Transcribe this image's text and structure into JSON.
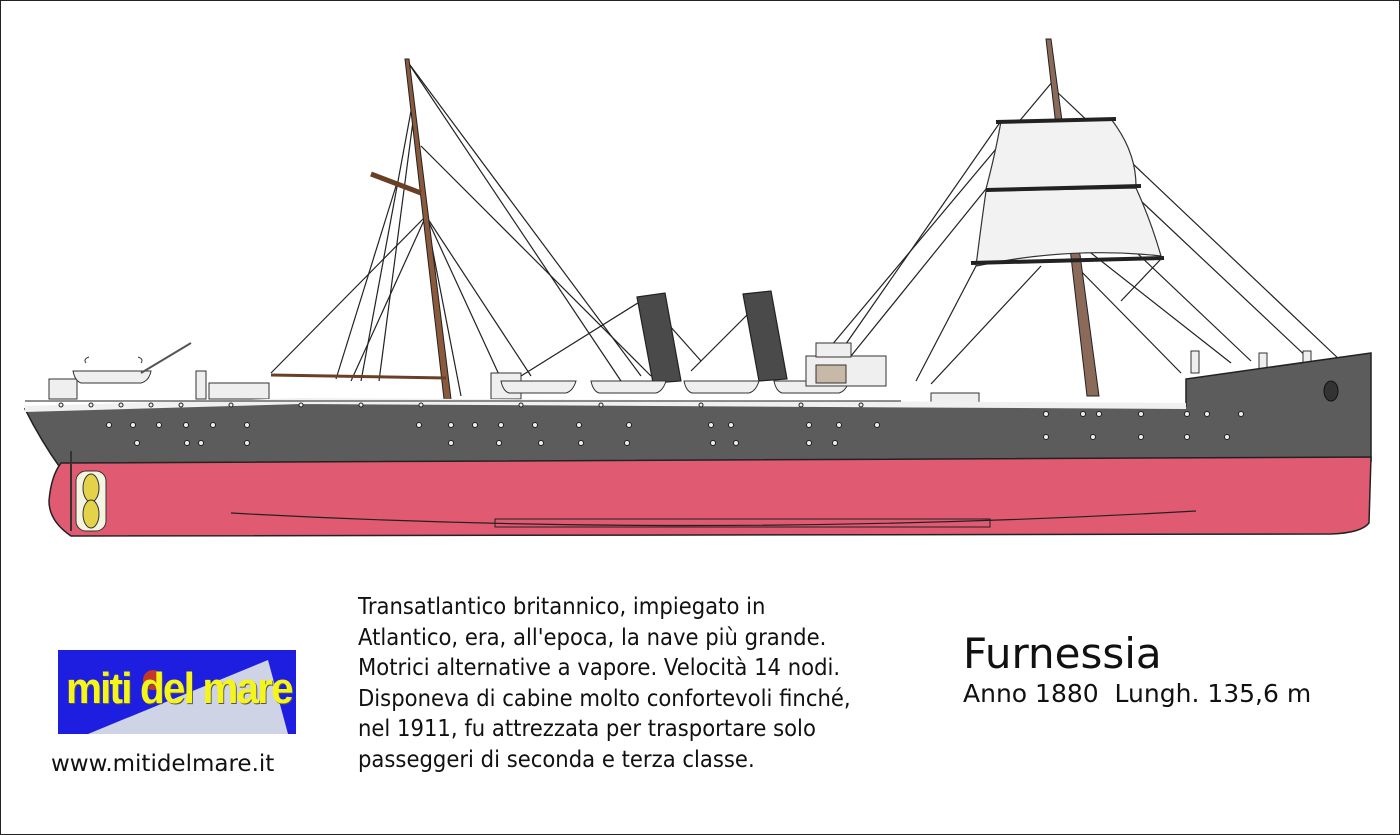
{
  "ship": {
    "name": "Furnessia",
    "subtitle": "Anno 1880  Lungh. 135,6 m"
  },
  "description": [
    "Transatlantico britannico, impiegato in",
    "Atlantico, era, all'epoca, la nave più grande.",
    "Motrici alternative a vapore. Velocità 14 nodi.",
    "Disponeva di cabine molto confortevoli finché,",
    "nel 1911, fu attrezzata per trasportare solo",
    "passeggeri di seconda e terza classe."
  ],
  "logo": {
    "text": "miti del mare"
  },
  "website": "www.mitidelmare.it",
  "colors": {
    "hull_upper": "#5c5c5c",
    "hull_lower": "#e05a72",
    "funnel": "#4a4a4a",
    "mast": "#8b5a3c",
    "sail": "#f2f2f2",
    "logo_bg": "#1e1ee0",
    "logo_text": "#f5f51a"
  }
}
